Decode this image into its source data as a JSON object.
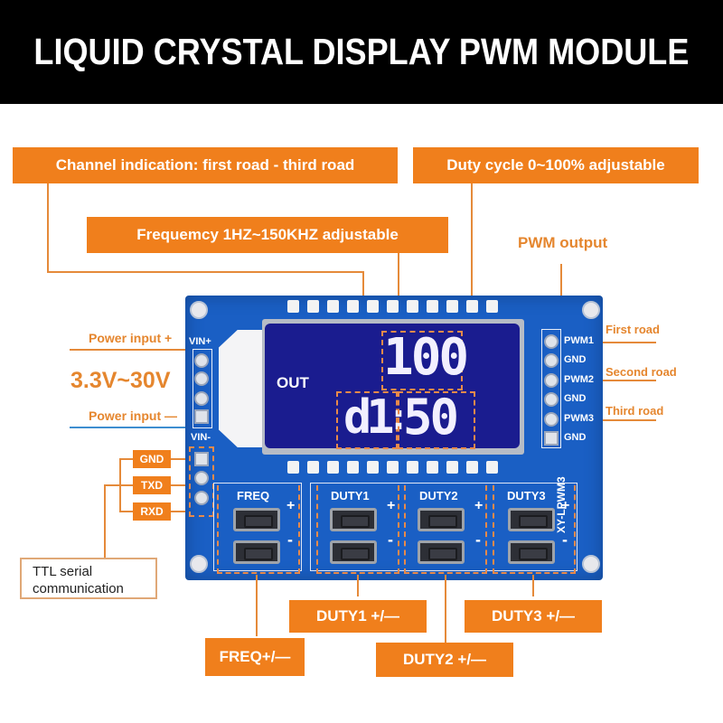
{
  "banner": {
    "title": "LIQUID CRYSTAL DISPLAY PWM MODULE"
  },
  "callouts": {
    "channel": "Channel indication: first road - third road",
    "duty": "Duty cycle 0~100% adjustable",
    "frequency": "Frequemcy 1HZ~150KHZ adjustable",
    "pwm_output": "PWM output",
    "power_plus": "Power input +",
    "voltage": "3.3V~30V",
    "power_minus": "Power input —",
    "gnd": "GND",
    "txd": "TXD",
    "rxd": "RXD",
    "ttl": "TTL serial communication",
    "first_road": "First road",
    "second_road": "Second road",
    "third_road": "Third road",
    "duty1_btn": "DUTY1 +/—",
    "duty2_btn": "DUTY2 +/—",
    "duty3_btn": "DUTY3 +/—",
    "freq_btn": "FREQ+/—"
  },
  "board": {
    "model": "XY-LPWM3",
    "vin_plus": "VIN+",
    "vin_minus": "VIN-",
    "lcd": {
      "label": "OUT",
      "top_value": "100",
      "channel": "d1",
      "separator": ":",
      "bottom_value": "50"
    },
    "pins": [
      "PWM1",
      "GND",
      "PWM2",
      "GND",
      "PWM3",
      "GND"
    ],
    "groups": [
      {
        "label": "FREQ",
        "plus": "+",
        "minus": "-"
      },
      {
        "label": "DUTY1",
        "plus": "+",
        "minus": "-"
      },
      {
        "label": "DUTY2",
        "plus": "+",
        "minus": "-"
      },
      {
        "label": "DUTY3",
        "plus": "+",
        "minus": "-"
      }
    ]
  },
  "colors": {
    "orange": "#f07f1c",
    "pcb_blue": "#1a5fc4",
    "lcd_blue": "#1a1c8f",
    "banner": "#000000"
  }
}
